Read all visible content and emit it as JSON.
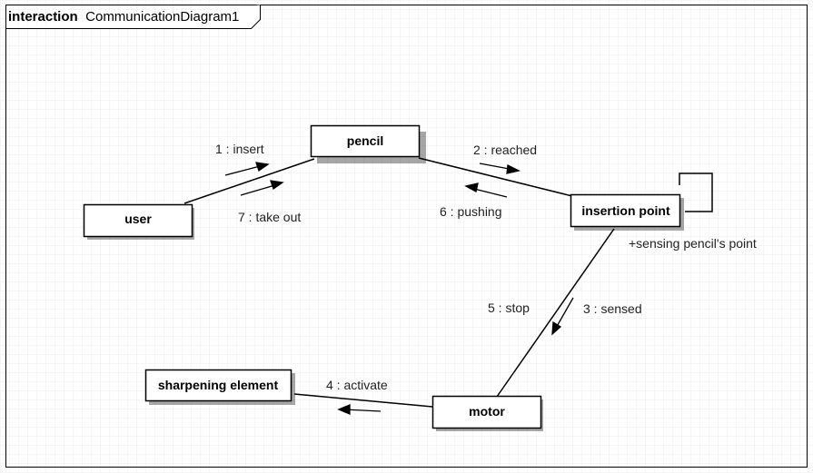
{
  "frame": {
    "keyword": "interaction",
    "name": "CommunicationDiagram1"
  },
  "nodes": {
    "pencil": "pencil",
    "user": "user",
    "insertion_point": "insertion point",
    "motor": "motor",
    "sharpening_element": "sharpening element"
  },
  "messages": {
    "m1": "1 : insert",
    "m2": "2 : reached",
    "m3": "3 : sensed",
    "m4": "4 : activate",
    "m5": "5 : stop",
    "m6": "6 : pushing",
    "m7": "7 : take out"
  },
  "notes": {
    "self_message": "+sensing pencil's point"
  },
  "colors": {
    "grid": "#ececec",
    "line": "#000000",
    "box_fill": "#ffffff"
  }
}
